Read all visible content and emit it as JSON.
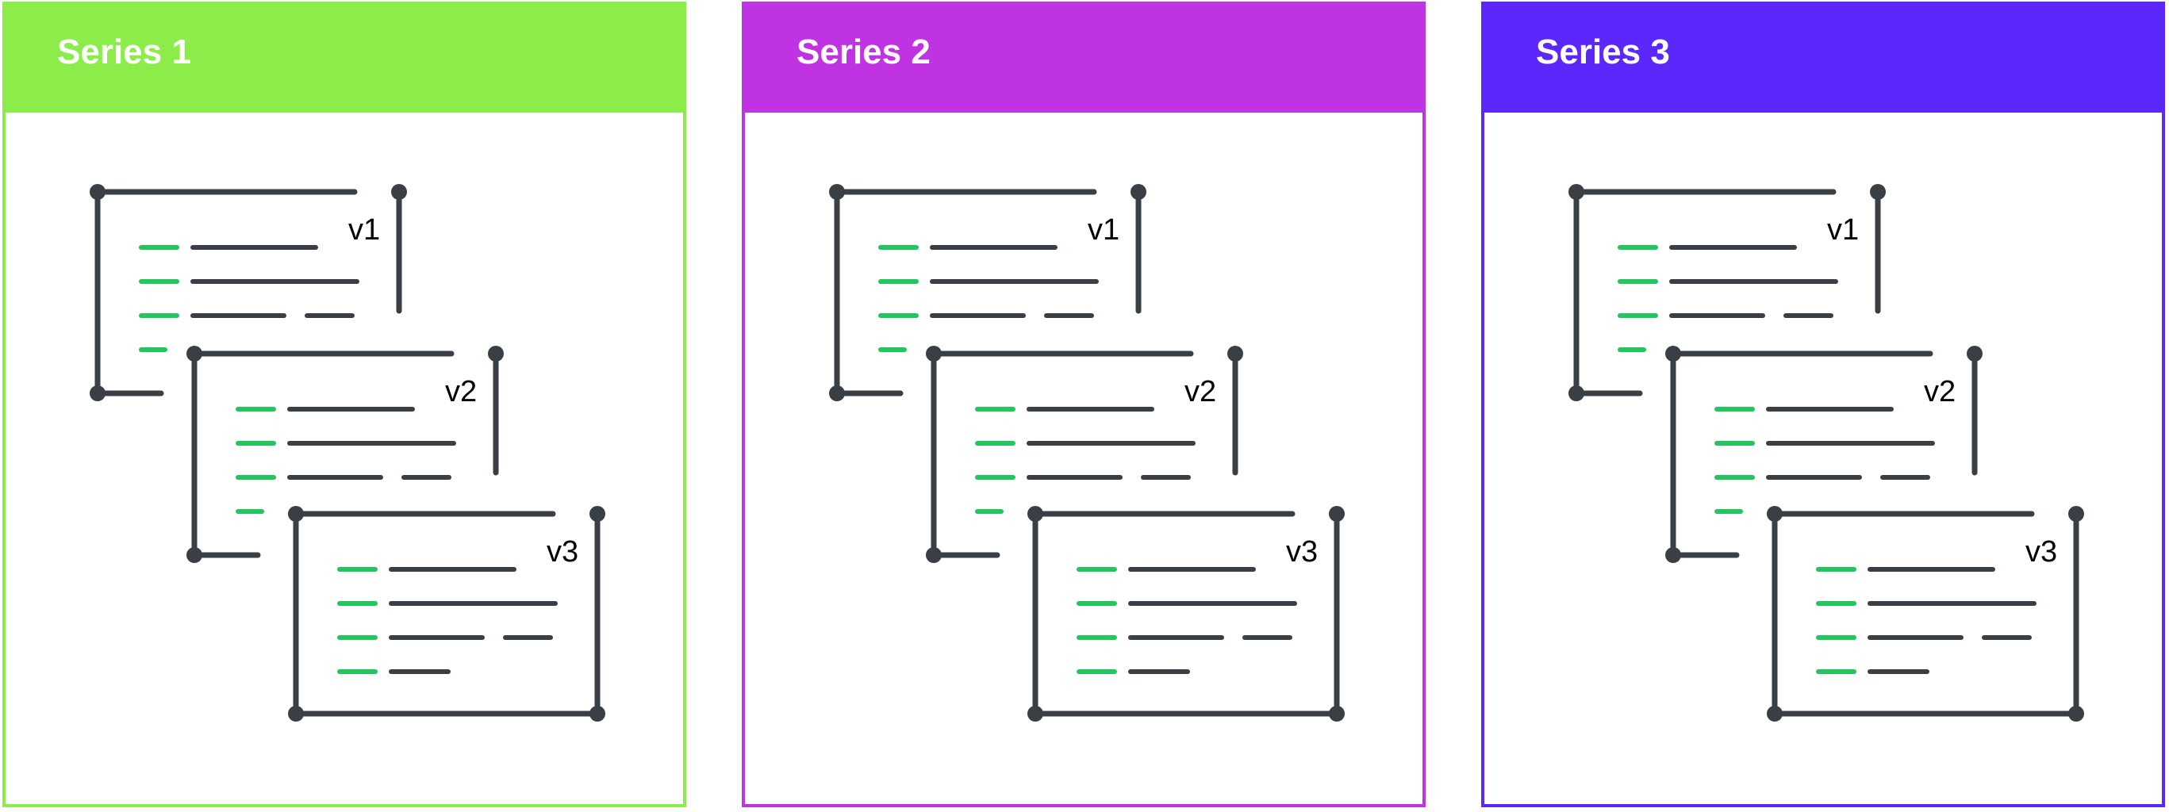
{
  "colors": {
    "frame": "#3a3f45",
    "code_accent": "#22c55e",
    "text": "#000000"
  },
  "panels": [
    {
      "title": "Series 1",
      "color": "#8ced4a",
      "versions": [
        "v1",
        "v2",
        "v3"
      ]
    },
    {
      "title": "Series 2",
      "color": "#c033e2",
      "versions": [
        "v1",
        "v2",
        "v3"
      ]
    },
    {
      "title": "Series 3",
      "color": "#5c27fb",
      "versions": [
        "v1",
        "v2",
        "v3"
      ]
    }
  ]
}
